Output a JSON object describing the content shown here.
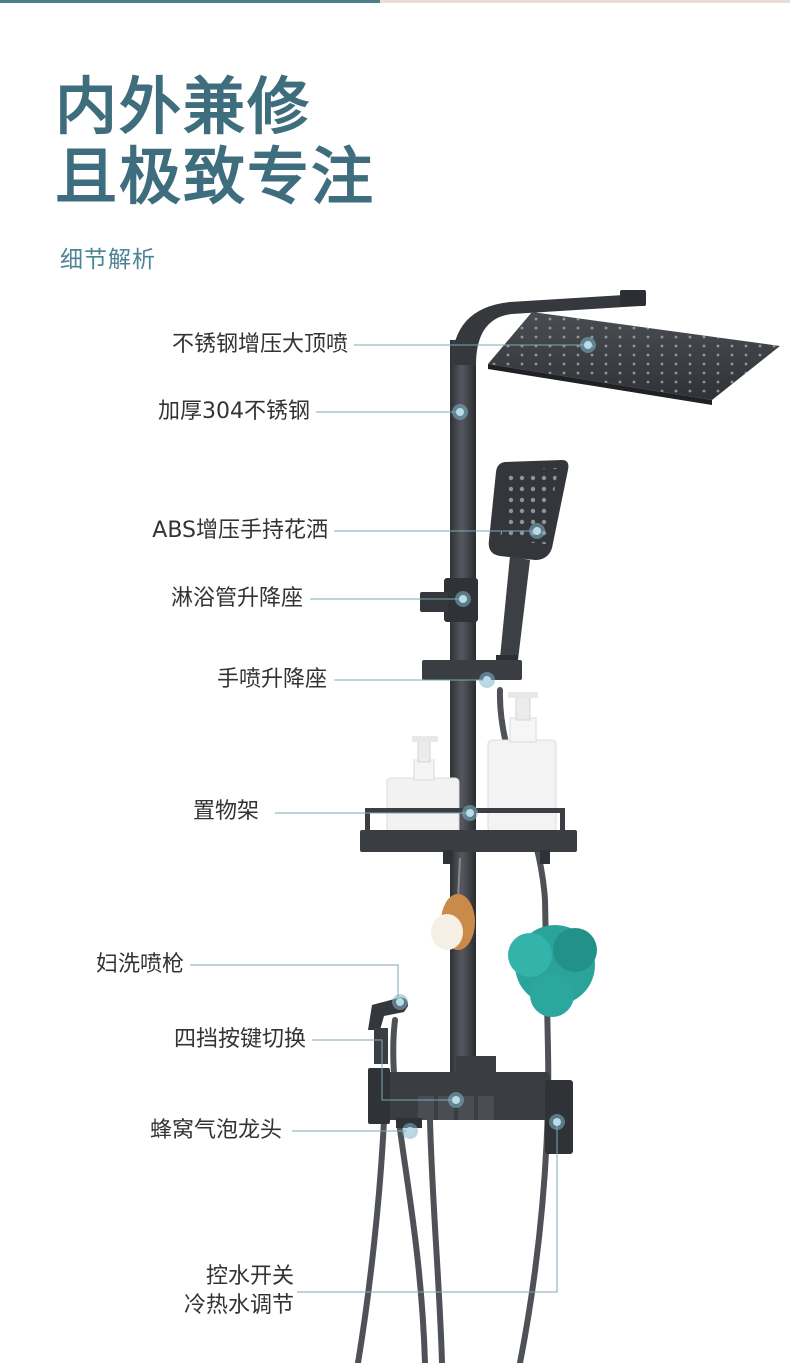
{
  "headline": {
    "line1": "内外兼修",
    "line2": "且极致专注"
  },
  "subtitle": "细节解析",
  "callouts": [
    {
      "label": "不锈钢增压大顶喷"
    },
    {
      "label": "加厚304不锈钢"
    },
    {
      "label": "ABS增压手持花洒"
    },
    {
      "label": "淋浴管升降座"
    },
    {
      "label": "手喷升降座"
    },
    {
      "label": "置物架"
    },
    {
      "label": "妇洗喷枪"
    },
    {
      "label": "四挡按键切换"
    },
    {
      "label": "蜂窝气泡龙头"
    },
    {
      "label_line1": "控水开关",
      "label_line2": "冷热水调节"
    }
  ],
  "colors": {
    "brand_teal": "#3e6e7e",
    "subtitle_teal": "#4d8396",
    "leader_line": "#7aa8b6",
    "metal_dark": "#3a3d42"
  }
}
